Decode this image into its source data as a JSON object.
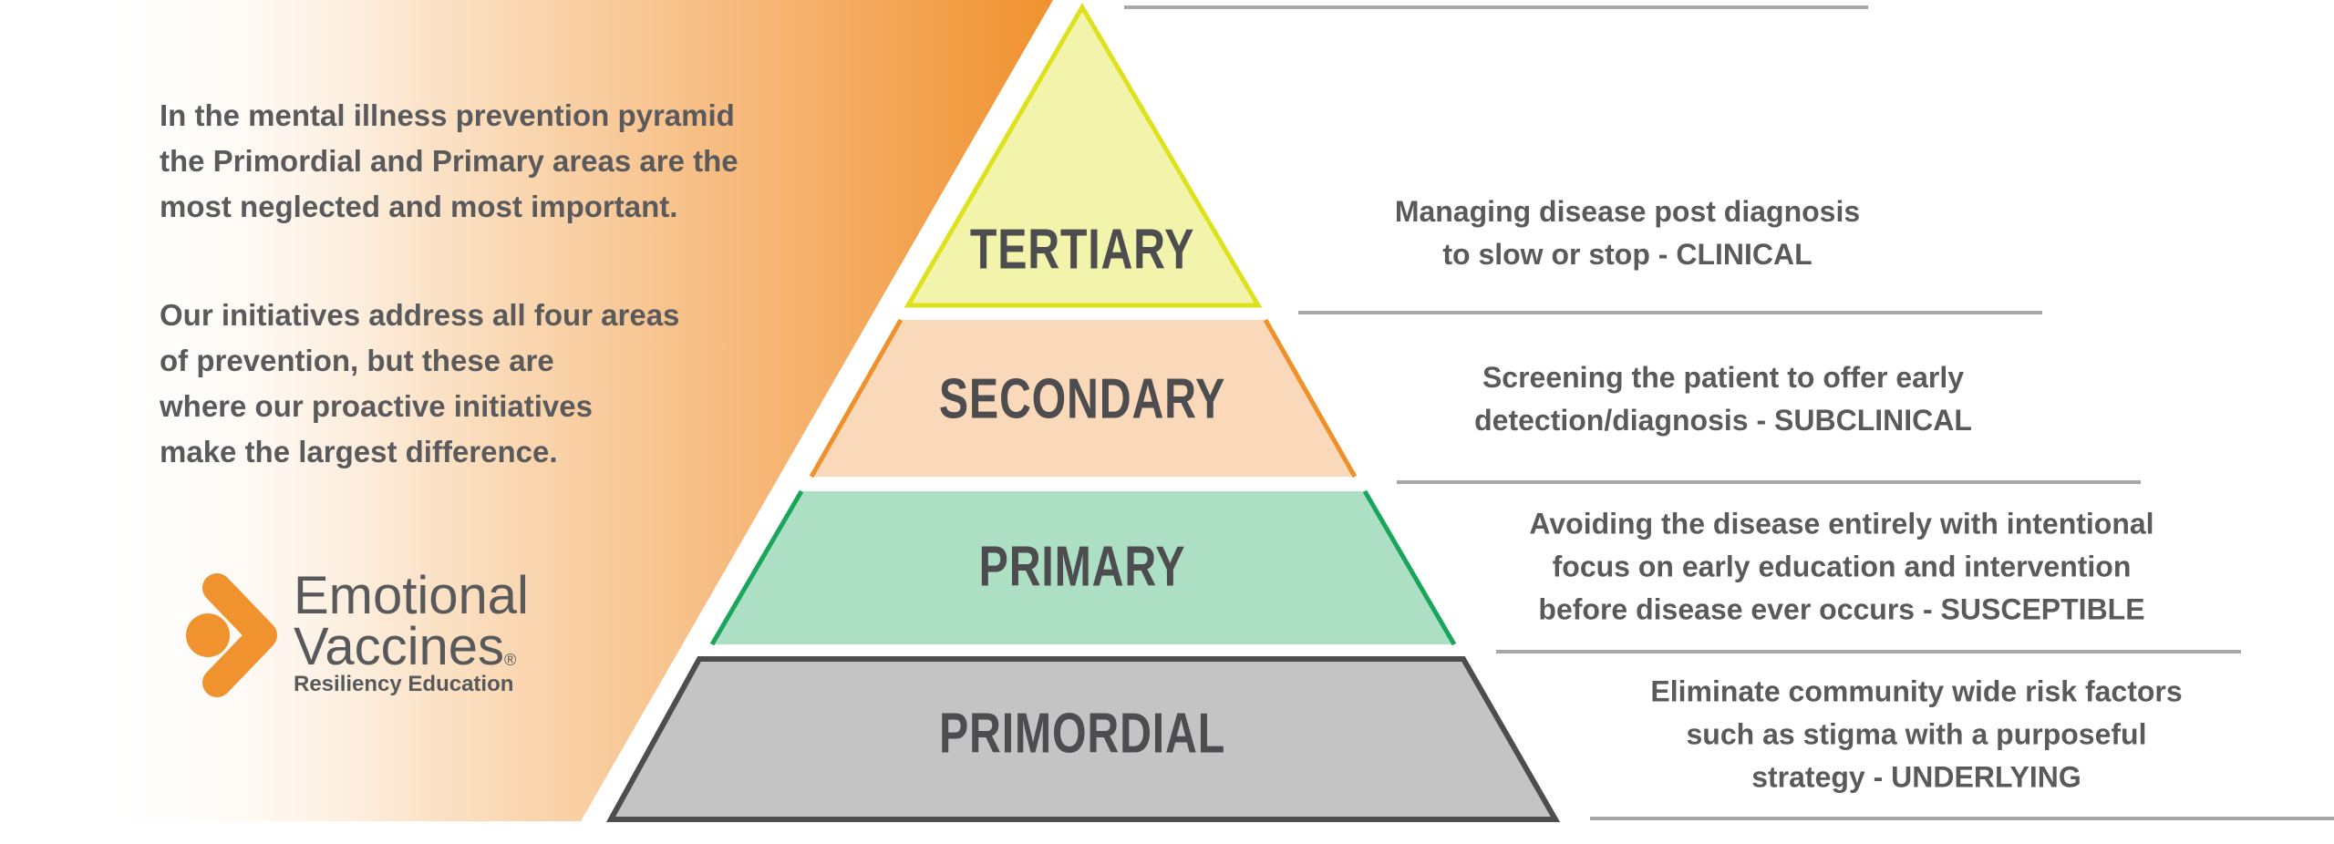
{
  "intro": {
    "paragraph1": [
      "In the mental illness prevention pyramid",
      "the Primordial and Primary areas are the",
      "most neglected and most important."
    ],
    "paragraph2": [
      "Our initiatives address all four areas",
      "of prevention, but these are",
      "where our proactive initiatives",
      "make the largest difference."
    ]
  },
  "logo": {
    "line1": "Emotional",
    "line2": "Vaccines",
    "registered": "®",
    "tagline": "Resiliency Education"
  },
  "levels": [
    {
      "label": "TERTIARY",
      "description": [
        "Managing disease post diagnosis",
        "to slow or stop - CLINICAL"
      ],
      "fill": "#f3f4ab",
      "stroke": "#dde21c"
    },
    {
      "label": "SECONDARY",
      "description": [
        "Screening the patient to offer early",
        "detection/diagnosis - SUBCLINICAL"
      ],
      "fill": "#f9d9b9",
      "stroke": "#f0902a"
    },
    {
      "label": "PRIMARY",
      "description": [
        "Avoiding the disease entirely with intentional",
        "focus on early education and intervention",
        "before disease ever occurs - SUSCEPTIBLE"
      ],
      "fill": "#addfc4",
      "stroke": "#19a65a"
    },
    {
      "label": "PRIMORDIAL",
      "description": [
        "Eliminate community wide risk factors",
        "such as stigma with a purposeful",
        "strategy - UNDERLYING"
      ],
      "fill": "#c4c4c4",
      "stroke": "#4d4d4f"
    }
  ],
  "colors": {
    "accent": "#f0902a",
    "text": "#58595b",
    "rule": "#a7a7a7"
  }
}
